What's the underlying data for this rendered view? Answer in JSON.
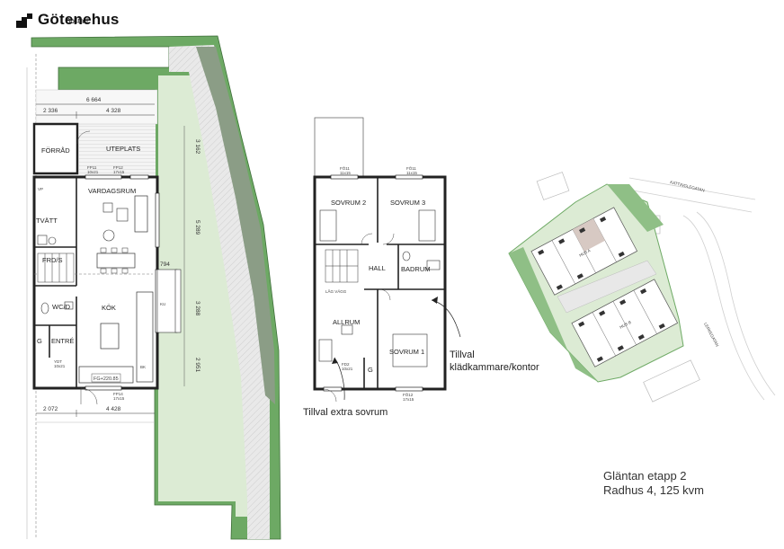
{
  "brand": {
    "name": "Götenehus",
    "sub": "Bostad"
  },
  "ground_floor": {
    "rooms": {
      "forrad": "FÖRRÅD",
      "uteplats": "UTEPLATS",
      "vardagsrum": "VARDAGSRUM",
      "tvatt": "TVÄTT",
      "frd": "FRD/S",
      "wcd": "WC/D",
      "kok": "KÖK",
      "entre": "ENTRÉ",
      "g": "G"
    },
    "dims": {
      "top_total": "6 664",
      "top_left": "2 336",
      "top_right": "4 328",
      "bottom_left": "2 072",
      "bottom_right": "4 428",
      "side_1": "3 162",
      "side_2": "5 289",
      "side_3": "3 288",
      "side_4": "2 951",
      "right_small": "794"
    },
    "fg_label": "FG+220.85",
    "tags": {
      "fp1": "FP11",
      "fp1b": "10x21",
      "fp2": "FP14",
      "fp2b": "17x15",
      "fp3": "FP12",
      "fp3b": "17x15",
      "ytd": "YDT",
      "ytdb": "10x21",
      "vp": "VP",
      "ku": "KU",
      "bk": "BK"
    }
  },
  "upper_floor": {
    "rooms": {
      "sovrum2": "SOVRUM 2",
      "sovrum3": "SOVRUM 3",
      "hall": "HALL",
      "badrum": "BADRUM",
      "allrum": "ALLRUM",
      "sovrum1": "SOVRUM 1",
      "g": "G"
    },
    "tags": {
      "fo1": "FÖ11",
      "fo1b": "11x15",
      "fo2": "FÖ11",
      "fo2b": "11x15",
      "fo3": "FÖ12",
      "fo3b": "17x15",
      "fd2": "FD2",
      "fd2b": "10x21",
      "lag": "LÅG VÄGG"
    }
  },
  "callouts": {
    "extra_sovrum": "Tillval extra sovrum",
    "kladkammare_1": "Tillval",
    "kladkammare_2": "klädkammare/kontor"
  },
  "site_plan": {
    "street_1": "KATTINGLEGATAN",
    "street_2": "LERKEGATAN",
    "hus_a": "HUS A",
    "hus_b": "HUS B"
  },
  "project": {
    "name": "Gläntan etapp 2",
    "detail": "Radhus 4, 125 kvm"
  },
  "colors": {
    "green_dark": "#6da964",
    "green_light": "#dcebd4",
    "wall": "#222222",
    "paving": "#e3e3e3"
  }
}
